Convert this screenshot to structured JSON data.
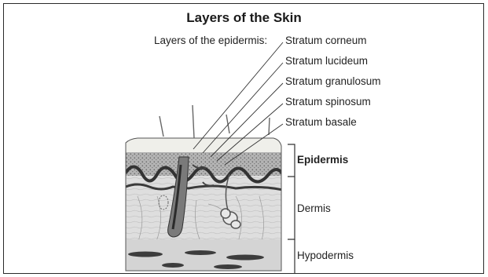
{
  "title": "Layers of the Skin",
  "epidermis_layers": {
    "heading": "Layers of the epidermis:",
    "items": [
      "Stratum corneum",
      "Stratum lucideum",
      "Stratum granulosum",
      "Stratum spinosum",
      "Stratum basale"
    ]
  },
  "skin_layers": {
    "epidermis": "Epidermis",
    "dermis": "Dermis",
    "hypodermis": "Hypodermis"
  }
}
